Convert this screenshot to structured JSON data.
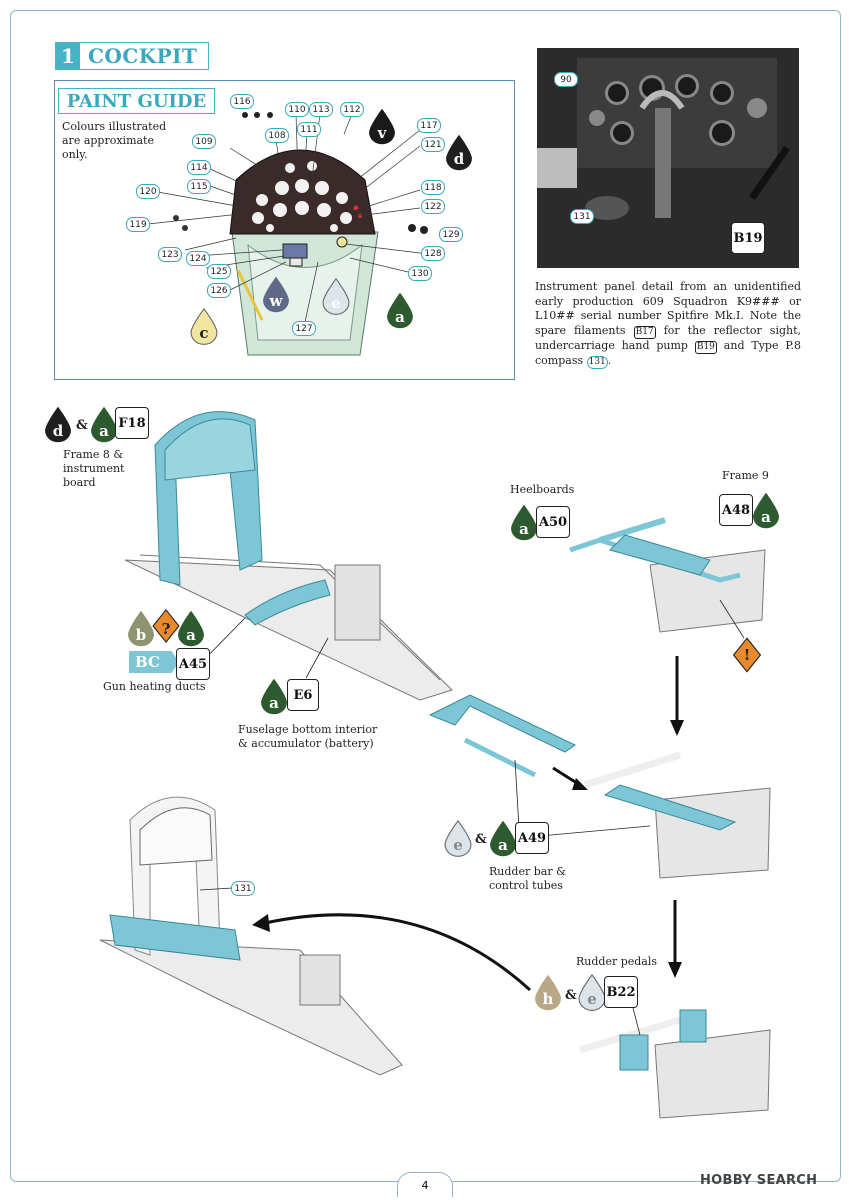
{
  "section": {
    "number": "1",
    "title": "COCKPIT"
  },
  "paint_guide": {
    "title": "PAINT GUIDE",
    "note": "Colours illustrated are approximate only.",
    "callouts": [
      "116",
      "110",
      "113",
      "112",
      "108",
      "111",
      "109",
      "117",
      "114",
      "121",
      "115",
      "120",
      "118",
      "122",
      "119",
      "129",
      "123",
      "124",
      "128",
      "125",
      "130",
      "126",
      "127"
    ],
    "drops": {
      "v": "v",
      "d": "d",
      "w": "w",
      "e": "e",
      "c": "c",
      "a": "a"
    }
  },
  "photo": {
    "callouts": [
      "90",
      "131"
    ],
    "part": "B19"
  },
  "caption": {
    "text": "Instrument panel detail from an unidentified early production 609 Squadron K9### or L10## serial number Spitfire Mk.I. Note the spare filaments",
    "t2": "for the reflector sight, undercarriage hand pump",
    "t3": "and Type P.8 compass",
    "p1": "B17",
    "p2": "B19",
    "p3": "131",
    "end": "."
  },
  "steps": {
    "f18": {
      "d1": "d",
      "d2": "a",
      "amp": "&",
      "part": "F18",
      "label": "Frame 8 & instrument board"
    },
    "a45": {
      "d1": "b",
      "d2": "?",
      "d3": "a",
      "bc": "BC",
      "part": "A45",
      "label": "Gun heating ducts"
    },
    "e6": {
      "d1": "a",
      "part": "E6",
      "label": "Fuselage bottom interior & accumulator (battery)"
    },
    "a50": {
      "d1": "a",
      "part": "A50",
      "label": "Heelboards"
    },
    "a48": {
      "d1": "a",
      "part": "A48",
      "label": "Frame 9"
    },
    "warn": "!",
    "a49": {
      "d1": "e",
      "d2": "a",
      "amp": "&",
      "part": "A49",
      "label": "Rudder bar & control tubes"
    },
    "c131": "131",
    "b22": {
      "d1": "h",
      "d2": "e",
      "amp": "&",
      "part": "B22",
      "label": "Rudder pedals"
    }
  },
  "page_number": "4",
  "watermark": "HOBBY SEARCH",
  "colors": {
    "a": "#2d5a2f",
    "d": "#1f1f1f",
    "v": "#1a1a1a",
    "w": "#5f6a88",
    "e": "#dde4ea",
    "c": "#f0e6a0",
    "b": "#8d9470",
    "h": "#b9a785",
    "q": "#e8892b",
    "teal": "#7cc6d5",
    "cyan": "#46b3c6"
  }
}
